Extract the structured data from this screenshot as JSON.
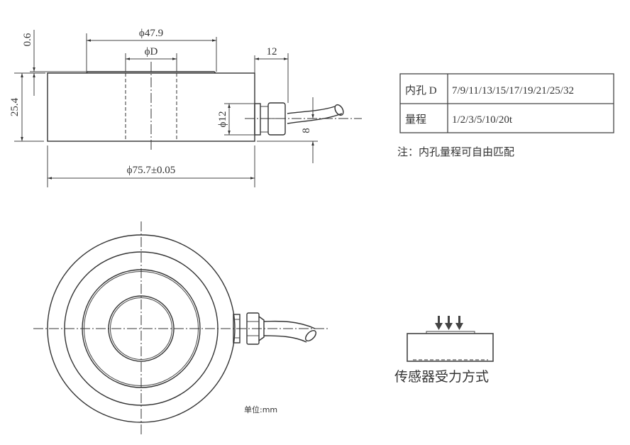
{
  "side_view": {
    "dim_plate_thickness": "0.6",
    "dim_plate_diameter": "ϕ47.9",
    "dim_bore": "ϕD",
    "dim_height": "25.4",
    "dim_connector_length": "12",
    "dim_connector_diameter": "ϕ12",
    "dim_cable_offset": "8",
    "dim_body_diameter": "ϕ75.7±0.05"
  },
  "spec_table": {
    "rows": [
      {
        "label": "内孔 D",
        "value": "7/9/11/13/15/17/19/21/25/32"
      },
      {
        "label": "量程",
        "value": "1/2/3/5/10/20t"
      }
    ],
    "note": "注：内孔量程可自由匹配"
  },
  "top_view": {
    "unit_label": "单位:mm"
  },
  "load_diagram": {
    "caption": "传感器受力方式"
  }
}
